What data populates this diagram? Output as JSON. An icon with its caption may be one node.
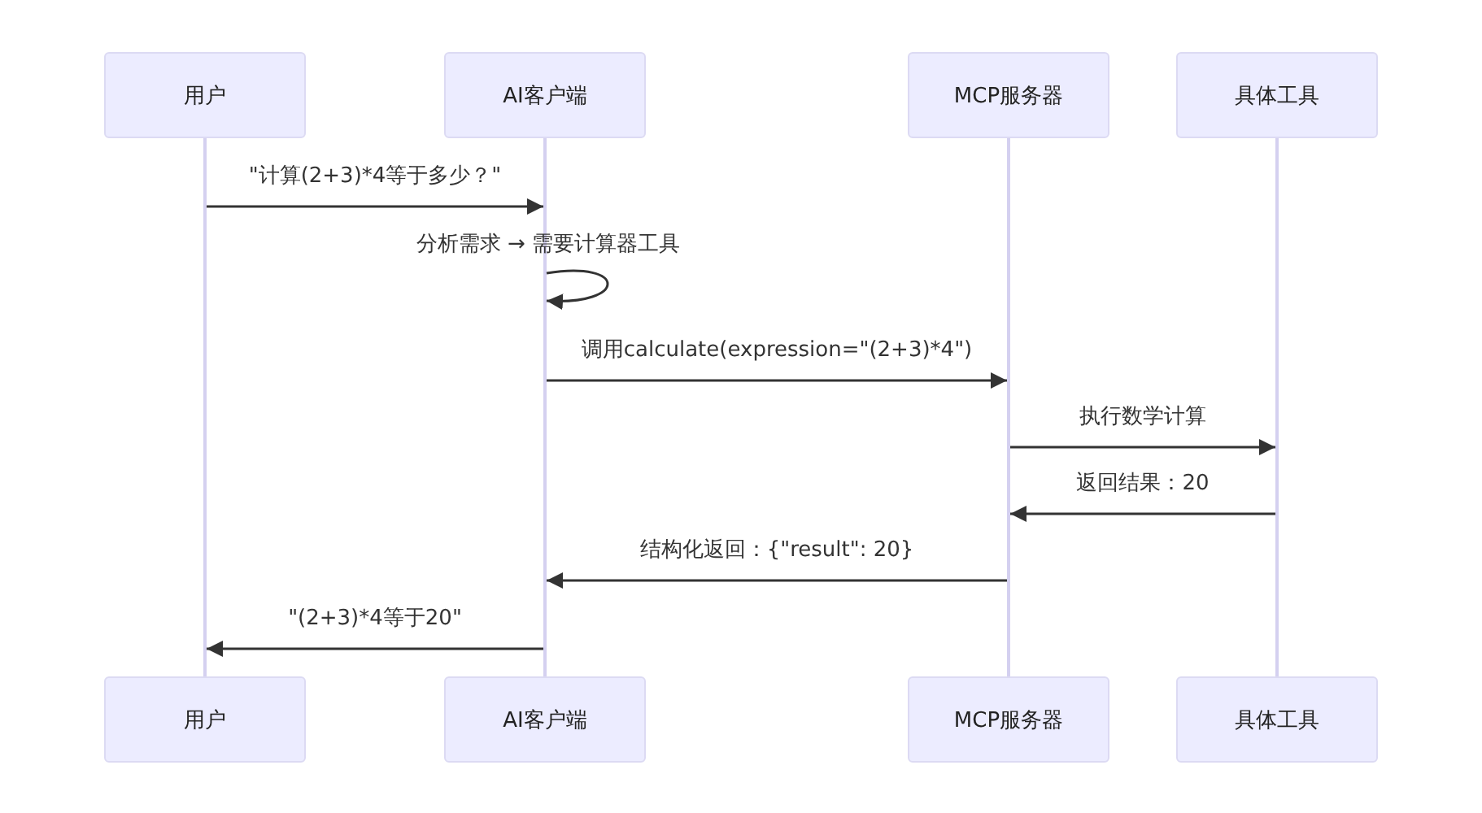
{
  "diagram": {
    "nodes": [
      {
        "text": [
          "用户"
        ]
      },
      {
        "text": [
          "AI客户端"
        ]
      },
      {
        "text": [
          "MCP服务器"
        ]
      },
      {
        "text": [
          "具体工具"
        ]
      },
      {
        "text": [
          "用户"
        ]
      },
      {
        "text": [
          "AI客户端"
        ]
      },
      {
        "text": [
          "MCP服务器"
        ]
      },
      {
        "text": [
          "具体工具"
        ]
      },
      {
        "text": [],
        "shape": "bar"
      },
      {
        "text": [],
        "shape": "bar"
      },
      {
        "text": [],
        "shape": "bar"
      },
      {
        "text": [],
        "shape": "bar"
      }
    ],
    "edges": [
      {
        "from": 8,
        "to": 9,
        "arrow": "to",
        "label": "\"计算(2+3)*4等于多少？\""
      },
      {
        "from": 9,
        "to": 9,
        "arrow": "to",
        "label": "分析需求 → 需要计算器工具"
      },
      {
        "from": 9,
        "to": 10,
        "arrow": "to",
        "label": "调用calculate(expression=\"(2+3)*4\")"
      },
      {
        "from": 10,
        "to": 11,
        "arrow": "to",
        "label": "执行数学计算"
      },
      {
        "from": 11,
        "to": 10,
        "arrow": "to",
        "label": "返回结果：20"
      },
      {
        "from": 10,
        "to": 9,
        "arrow": "to",
        "label": "结构化返回：{\"result\": 20}"
      },
      {
        "from": 9,
        "to": 8,
        "arrow": "to",
        "label": "\"(2+3)*4等于20\""
      }
    ]
  }
}
